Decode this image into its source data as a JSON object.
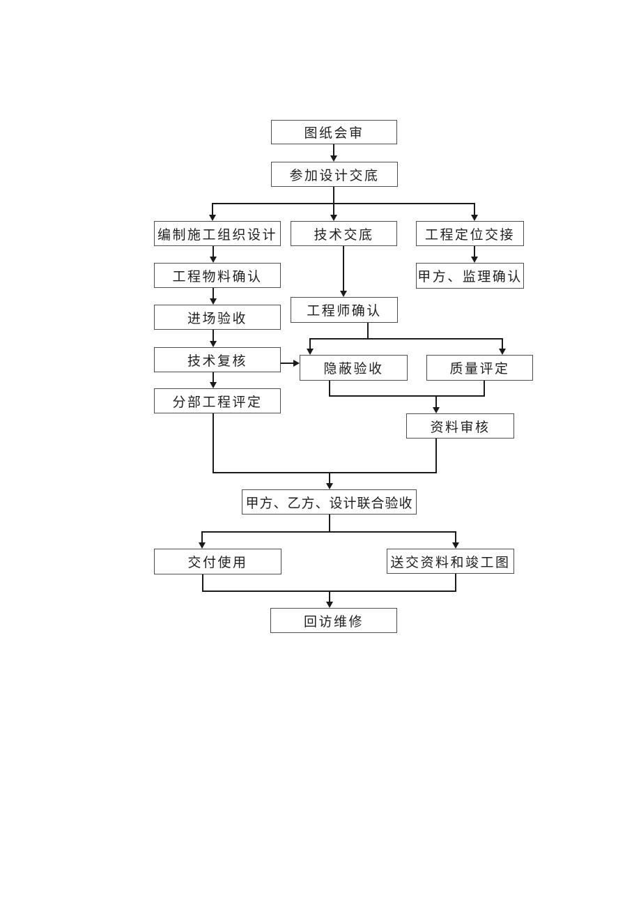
{
  "diagram": {
    "type": "flowchart",
    "title": "construction project quality control flow",
    "nodes": [
      {
        "id": "drawing-review",
        "label": "图纸会审"
      },
      {
        "id": "design-disclosure",
        "label": "参加设计交底"
      },
      {
        "id": "construction-org-design",
        "label": "编制施工组织设计"
      },
      {
        "id": "technical-disclosure",
        "label": "技术交底"
      },
      {
        "id": "positioning-handover",
        "label": "工程定位交接"
      },
      {
        "id": "material-confirmation",
        "label": "工程物料确认"
      },
      {
        "id": "owner-supervisor-confirmation",
        "label": "甲方、监理确认"
      },
      {
        "id": "site-entry-acceptance",
        "label": "进场验收"
      },
      {
        "id": "engineer-confirmation",
        "label": "工程师确认"
      },
      {
        "id": "technical-recheck",
        "label": "技术复核"
      },
      {
        "id": "concealed-work-acceptance",
        "label": "隐蔽验收"
      },
      {
        "id": "quality-assessment",
        "label": "质量评定"
      },
      {
        "id": "division-work-assessment",
        "label": "分部工程评定"
      },
      {
        "id": "document-review",
        "label": "资料审核"
      },
      {
        "id": "joint-acceptance",
        "label": "甲方、乙方、设计联合验收"
      },
      {
        "id": "delivery-for-use",
        "label": "交付使用"
      },
      {
        "id": "submit-asbuilt-documents",
        "label": "送交资料和竣工图"
      },
      {
        "id": "return-visit-maintenance",
        "label": "回访维修"
      }
    ],
    "edges": [
      "图纸会审 -> 参加设计交底",
      "参加设计交底 -> 编制施工组织设计",
      "参加设计交底 -> 技术交底",
      "参加设计交底 -> 工程定位交接",
      "编制施工组织设计 -> 工程物料确认",
      "工程物料确认 -> 进场验收",
      "进场验收 -> 技术复核",
      "技术复核 -> 分部工程评定",
      "技术交底 -> 工程师确认",
      "工程定位交接 -> 甲方、监理确认",
      "工程师确认 -> 隐蔽验收",
      "工程师确认 -> 质量评定",
      "技术复核 -> 隐蔽验收",
      "隐蔽验收 -> 资料审核",
      "质量评定 -> 资料审核",
      "分部工程评定 -> 甲方、乙方、设计联合验收",
      "资料审核 -> 甲方、乙方、设计联合验收",
      "甲方、乙方、设计联合验收 -> 交付使用",
      "甲方、乙方、设计联合验收 -> 送交资料和竣工图",
      "交付使用 -> 回访维修",
      "送交资料和竣工图 -> 回访维修"
    ],
    "line_color": "#1a1a1a",
    "box_border_color": "#4c4c4c",
    "background_color": "#ffffff"
  }
}
